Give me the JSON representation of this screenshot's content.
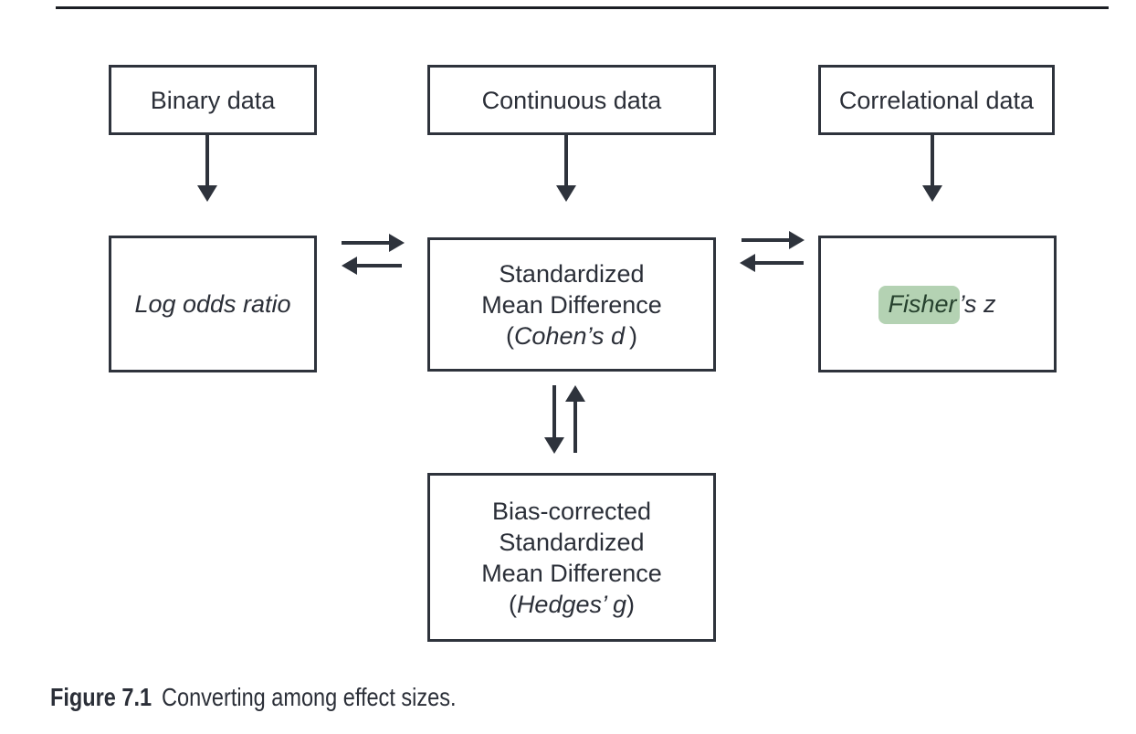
{
  "colors": {
    "line": "#2e333c",
    "text": "#2b2f38",
    "rule": "#1b1e24",
    "highlight_bg": "#b4d2b3",
    "highlight_text": "#26412e"
  },
  "caption": {
    "label": "Figure 7.1",
    "text": "Converting among effect sizes."
  },
  "nodes": {
    "binary": {
      "label": "Binary data"
    },
    "continuous": {
      "label": "Continuous data"
    },
    "correlational": {
      "label": "Correlational data"
    },
    "log_odds": {
      "label": "Log odds ratio"
    },
    "smd": {
      "line1": "Standardized",
      "line2": "Mean Difference",
      "open_paren": "(",
      "formula": "Cohen’s d",
      "close_paren": ")"
    },
    "fisher": {
      "highlighted": "Fisher",
      "rest": "’s z"
    },
    "hedges": {
      "line1": "Bias-corrected",
      "line2": "Standardized",
      "line3": "Mean Difference",
      "open_paren": "(",
      "formula": "Hedges’ g",
      "close_paren": ")"
    }
  },
  "edges": [
    {
      "from": "Binary data",
      "to": "Log odds ratio",
      "type": "one-way"
    },
    {
      "from": "Continuous data",
      "to": "Standardized Mean Difference (Cohen’s d)",
      "type": "one-way"
    },
    {
      "from": "Correlational data",
      "to": "Fisher’s z",
      "type": "one-way"
    },
    {
      "from": "Log odds ratio",
      "to": "Standardized Mean Difference (Cohen’s d)",
      "type": "two-way"
    },
    {
      "from": "Standardized Mean Difference (Cohen’s d)",
      "to": "Fisher’s z",
      "type": "two-way"
    },
    {
      "from": "Standardized Mean Difference (Cohen’s d)",
      "to": "Bias-corrected Standardized Mean Difference (Hedges’ g)",
      "type": "two-way"
    }
  ]
}
